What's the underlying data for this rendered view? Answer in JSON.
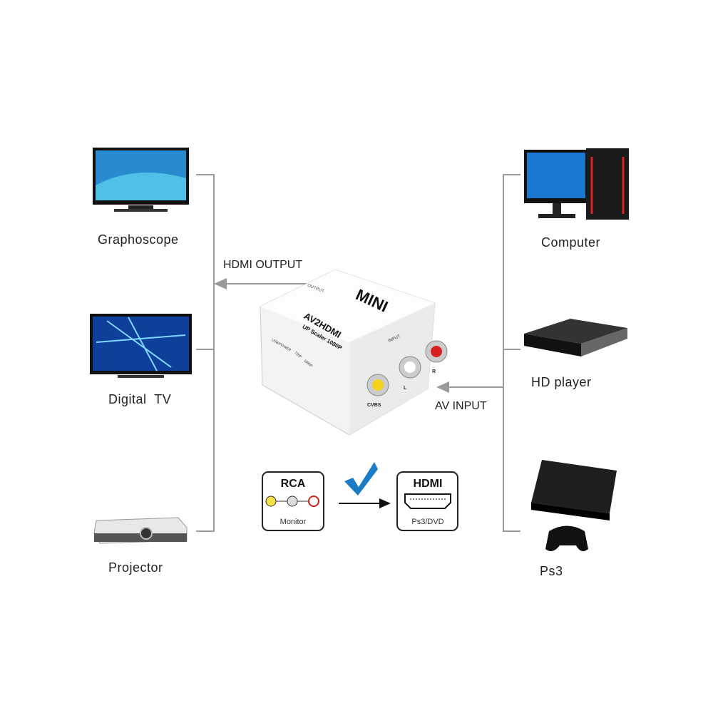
{
  "outputs": [
    {
      "label": "Graphoscope",
      "icon": "tv-icon"
    },
    {
      "label": "Digital  TV",
      "icon": "tv-icon"
    },
    {
      "label": "Projector",
      "icon": "projector-icon"
    }
  ],
  "inputs": [
    {
      "label": "Computer",
      "icon": "computer-icon"
    },
    {
      "label": "HD player",
      "icon": "dvd-player-icon"
    },
    {
      "label": "Ps3",
      "icon": "game-console-icon"
    }
  ],
  "arrows": {
    "output": "HDMI OUTPUT",
    "input": "AV INPUT"
  },
  "device": {
    "top": "MINI",
    "name": "AV2HDMI",
    "sub": "UP Scaler 1080P",
    "output": "OUTPUT",
    "input": "INPUT",
    "power": "USB/POWER",
    "res1": "720P",
    "res2": "1080P",
    "cvbs": "CVBS",
    "l": "L",
    "r": "R"
  },
  "conversion": {
    "from_title": "RCA",
    "from_sub": "Monitor",
    "to_title": "HDMI",
    "to_sub": "Ps3/DVD",
    "check_color": "#1a7cc4"
  },
  "colors": {
    "line": "#999999",
    "yellow": "#f2d21b",
    "red": "#d42020"
  }
}
